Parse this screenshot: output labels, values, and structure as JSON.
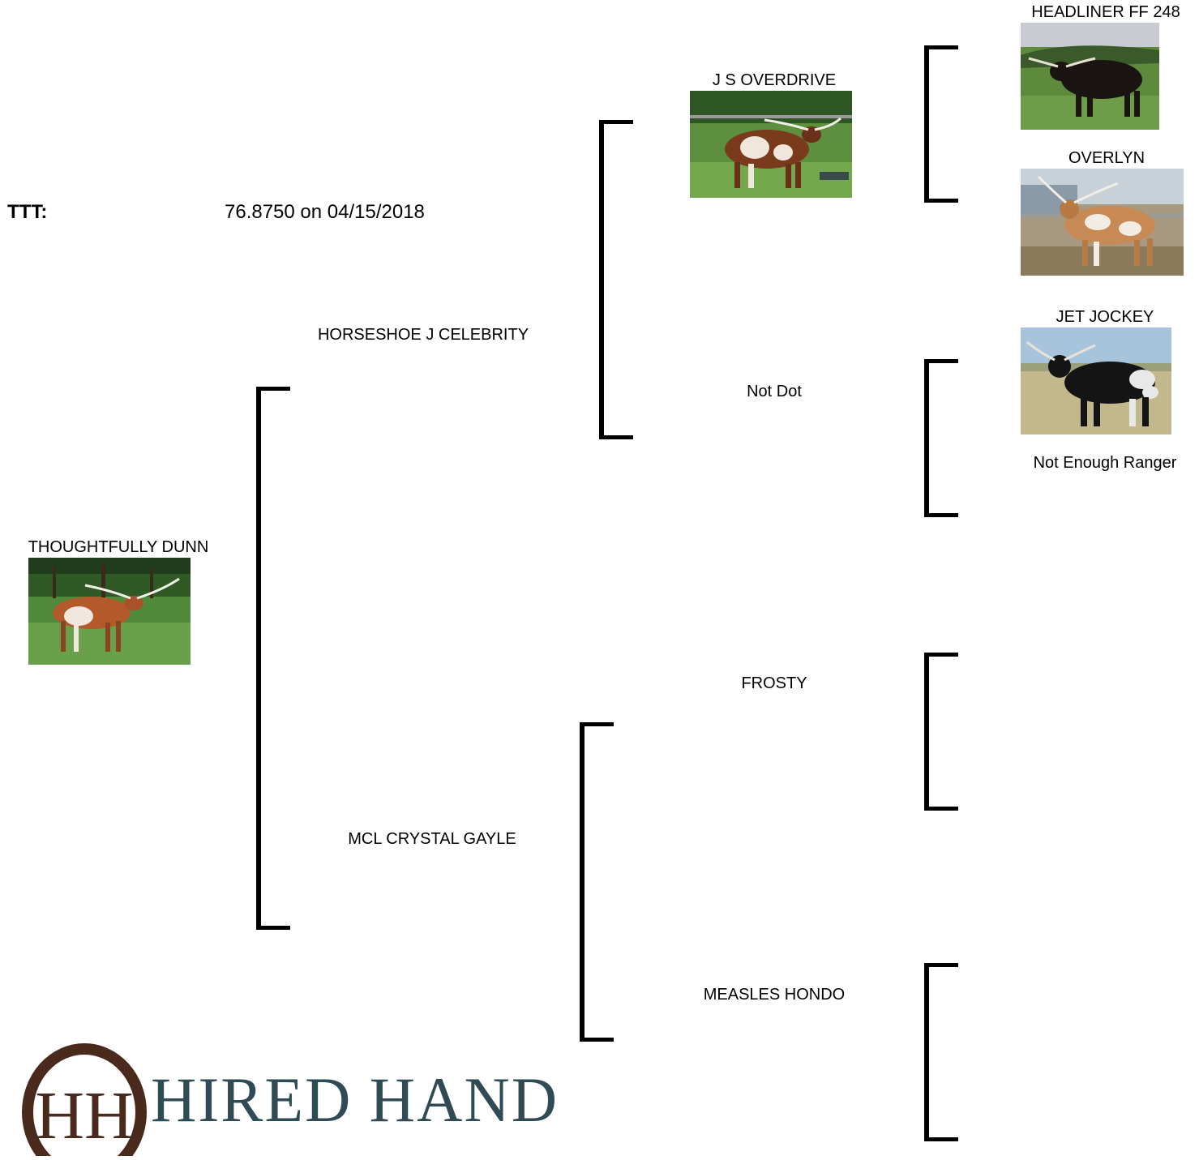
{
  "ttt": {
    "label": "TTT:",
    "value": "76.8750 on 04/15/2018"
  },
  "animal": {
    "name": "THOUGHTFULLY DUNN",
    "photo": "longhorn-cow-photo"
  },
  "sire": {
    "name": "HORSESHOE J CELEBRITY"
  },
  "dam": {
    "name": "MCL CRYSTAL GAYLE"
  },
  "sire_sire": {
    "name": "J S OVERDRIVE",
    "photo": "longhorn-bull-photo"
  },
  "sire_dam": {
    "name": "Not Dot"
  },
  "dam_sire": {
    "name": "FROSTY"
  },
  "dam_dam": {
    "name": "MEASLES HONDO"
  },
  "gen3": [
    {
      "name": "HEADLINER FF 248",
      "photo": "black-longhorn-bull-photo"
    },
    {
      "name": "OVERLYN",
      "photo": "speckled-longhorn-cow-photo"
    },
    {
      "name": "JET JOCKEY",
      "photo": "black-white-longhorn-bull-photo"
    },
    {
      "name": "Not Enough Ranger"
    }
  ],
  "logo": {
    "text": "HIRED HAND",
    "monogram": "HH",
    "color": "#2f4b55",
    "ring_color": "#4a2a1c"
  }
}
